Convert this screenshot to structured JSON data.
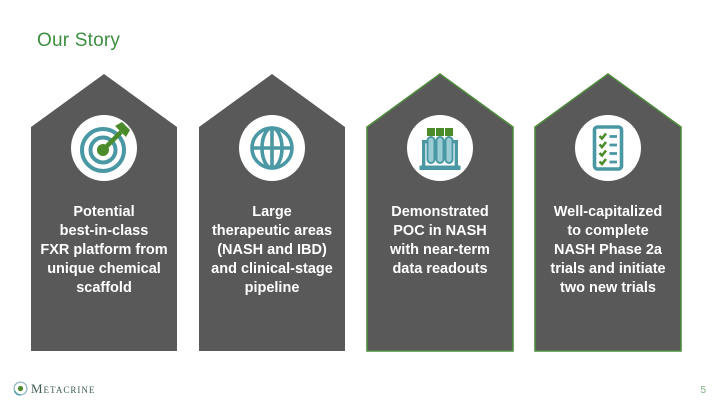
{
  "slide": {
    "title": "Our Story",
    "page_number": "5",
    "logo_text": "Metacrine"
  },
  "colors": {
    "title_green": "#3E8E41",
    "panel_gray": "#595959",
    "panel_outline_green": "#4F8A3D",
    "icon_teal": "#4A98A4",
    "icon_green": "#4C8B2B",
    "panel_text": "#FFFFFF",
    "page_number_green": "#7FA97F"
  },
  "panels": [
    {
      "icon": "target-dart-icon",
      "lines": [
        "Potential",
        "best-in-class",
        "FXR platform from",
        "unique chemical",
        "scaffold"
      ]
    },
    {
      "icon": "globe-icon",
      "lines": [
        "Large",
        "therapeutic areas",
        "(NASH and IBD)",
        "and clinical-stage",
        "pipeline"
      ]
    },
    {
      "icon": "test-tubes-icon",
      "lines": [
        "Demonstrated",
        "POC in NASH",
        "with near-term",
        "data readouts"
      ]
    },
    {
      "icon": "checklist-icon",
      "lines": [
        "Well-capitalized",
        "to complete",
        "NASH Phase 2a",
        "trials and initiate",
        "two new trials"
      ]
    }
  ]
}
